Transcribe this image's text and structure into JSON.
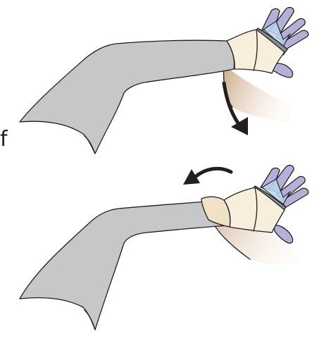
{
  "figure": {
    "label_fragment": "f",
    "panels": [
      {
        "id": "top",
        "motion": "downward-clockwise"
      },
      {
        "id": "bottom",
        "motion": "counterclockwise"
      }
    ]
  },
  "colors": {
    "sleeve": "#c6c7c9",
    "skin": "#dcc3a6",
    "skin_shadow": "#c9a987",
    "wrap": "#f7eedb",
    "finger": "#b4b0d8",
    "finger_tape": "#b9d9ee",
    "band": "#8d8f93",
    "outline": "#231f20",
    "arrow": "#231f20"
  }
}
